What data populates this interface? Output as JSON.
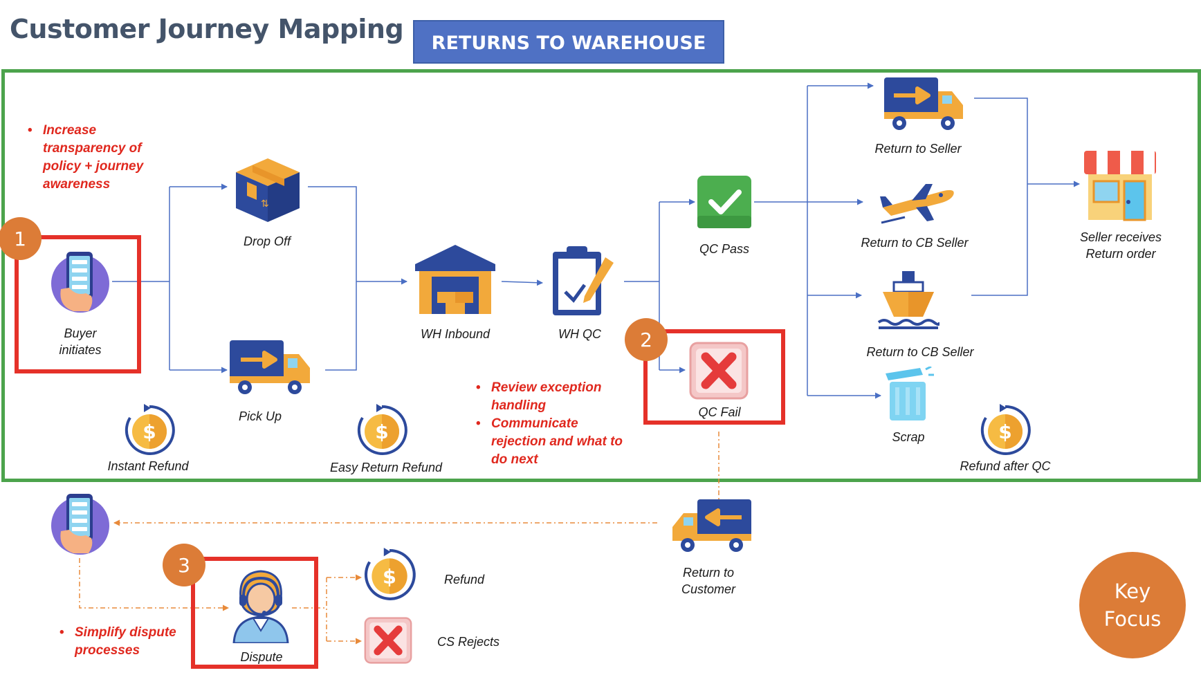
{
  "header": {
    "title": "Customer Journey Mapping",
    "banner": "RETURNS TO WAREHOUSE"
  },
  "nodes": {
    "buyer_initiates": "Buyer\ninitiates",
    "drop_off": "Drop Off",
    "pick_up": "Pick Up",
    "wh_inbound": "WH Inbound",
    "wh_qc": "WH QC",
    "qc_pass": "QC Pass",
    "qc_fail": "QC Fail",
    "return_to_seller": "Return to Seller",
    "return_to_cb_seller_air": "Return to CB Seller",
    "return_to_cb_seller_sea": "Return to CB Seller",
    "scrap": "Scrap",
    "seller_receives": "Seller receives\nReturn order",
    "instant_refund": "Instant Refund",
    "easy_return_refund": "Easy Return Refund",
    "refund_after_qc": "Refund after QC",
    "return_to_customer": "Return to\nCustomer",
    "dispute": "Dispute",
    "refund": "Refund",
    "cs_rejects": "CS Rejects"
  },
  "focus_points": {
    "one": {
      "number": "1",
      "bullets": [
        "Increase transparency of policy + journey awareness"
      ]
    },
    "two": {
      "number": "2",
      "bullets": [
        "Review exception handling",
        "Communicate rejection and what to do next"
      ]
    },
    "three": {
      "number": "3",
      "bullets": [
        "Simplify dispute processes"
      ]
    }
  },
  "key_focus": "Key\nFocus",
  "colors": {
    "title": "#44546a",
    "banner": "#4f71c4",
    "green_frame": "#4ca34c",
    "red_highlight": "#e53129",
    "bullet_text": "#e0281e",
    "badge": "#dc7c37",
    "flow_arrow": "#4a6fc4",
    "dispute_arrow": "#e88a3a"
  }
}
